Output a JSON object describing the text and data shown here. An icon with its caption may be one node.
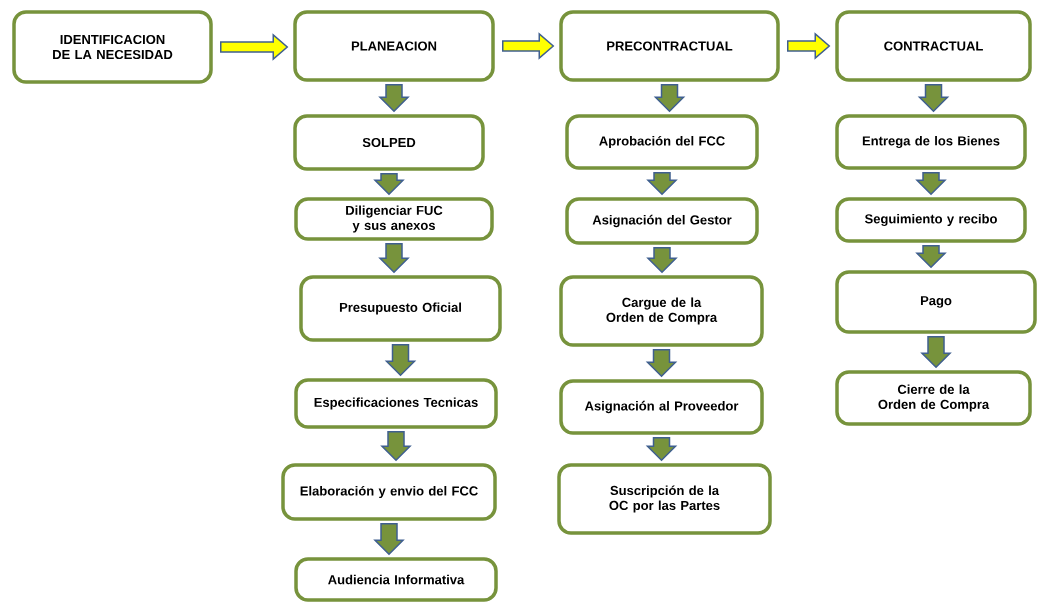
{
  "diagram": {
    "nodes": [
      {
        "text": [
          "IDENTIFICACION DE LA NECESIDAD"
        ]
      },
      {
        "text": [
          "PLANEACION"
        ]
      },
      {
        "text": [
          "SOLPED"
        ]
      },
      {
        "text": [
          "Diligenciar FUC y sus anexos"
        ]
      },
      {
        "text": [
          "Presupuesto Oficial"
        ]
      },
      {
        "text": [
          "Especificaciones Tecnicas"
        ]
      },
      {
        "text": [
          "Elaboración y envio del FCC"
        ]
      },
      {
        "text": [
          "Audiencia Informativa"
        ]
      },
      {
        "text": [
          "PRECONTRACTUAL"
        ]
      },
      {
        "text": [
          "Aprobación del FCC"
        ]
      },
      {
        "text": [
          "Asignación del Gestor"
        ]
      },
      {
        "text": [
          "Cargue de la Orden de Compra"
        ]
      },
      {
        "text": [
          "Asignación al Proveedor"
        ]
      },
      {
        "text": [
          "Suscripción de la OC por las Partes"
        ]
      },
      {
        "text": [
          "CONTRACTUAL"
        ]
      },
      {
        "text": [
          "Entrega de los Bienes"
        ]
      },
      {
        "text": [
          "Seguimiento y recibo"
        ]
      },
      {
        "text": [
          "Pago"
        ]
      },
      {
        "text": [
          "Cierre de la Orden de Compra"
        ]
      }
    ],
    "edges": [
      {
        "from": 0,
        "to": 1,
        "arrow": "to",
        "color": "#ffff00"
      },
      {
        "from": 1,
        "to": 8,
        "arrow": "to",
        "color": "#ffff00"
      },
      {
        "from": 8,
        "to": 14,
        "arrow": "to",
        "color": "#ffff00"
      },
      {
        "from": 1,
        "to": 2,
        "arrow": "to"
      },
      {
        "from": 2,
        "to": 3,
        "arrow": "to"
      },
      {
        "from": 3,
        "to": 4,
        "arrow": "to"
      },
      {
        "from": 4,
        "to": 5,
        "arrow": "to"
      },
      {
        "from": 5,
        "to": 6,
        "arrow": "to"
      },
      {
        "from": 6,
        "to": 7,
        "arrow": "to"
      },
      {
        "from": 8,
        "to": 9,
        "arrow": "to"
      },
      {
        "from": 9,
        "to": 10,
        "arrow": "to"
      },
      {
        "from": 10,
        "to": 11,
        "arrow": "to"
      },
      {
        "from": 11,
        "to": 12,
        "arrow": "to"
      },
      {
        "from": 12,
        "to": 13,
        "arrow": "to"
      },
      {
        "from": 14,
        "to": 15,
        "arrow": "to"
      },
      {
        "from": 15,
        "to": 16,
        "arrow": "to"
      },
      {
        "from": 16,
        "to": 17,
        "arrow": "to"
      },
      {
        "from": 17,
        "to": 18,
        "arrow": "to"
      }
    ]
  }
}
